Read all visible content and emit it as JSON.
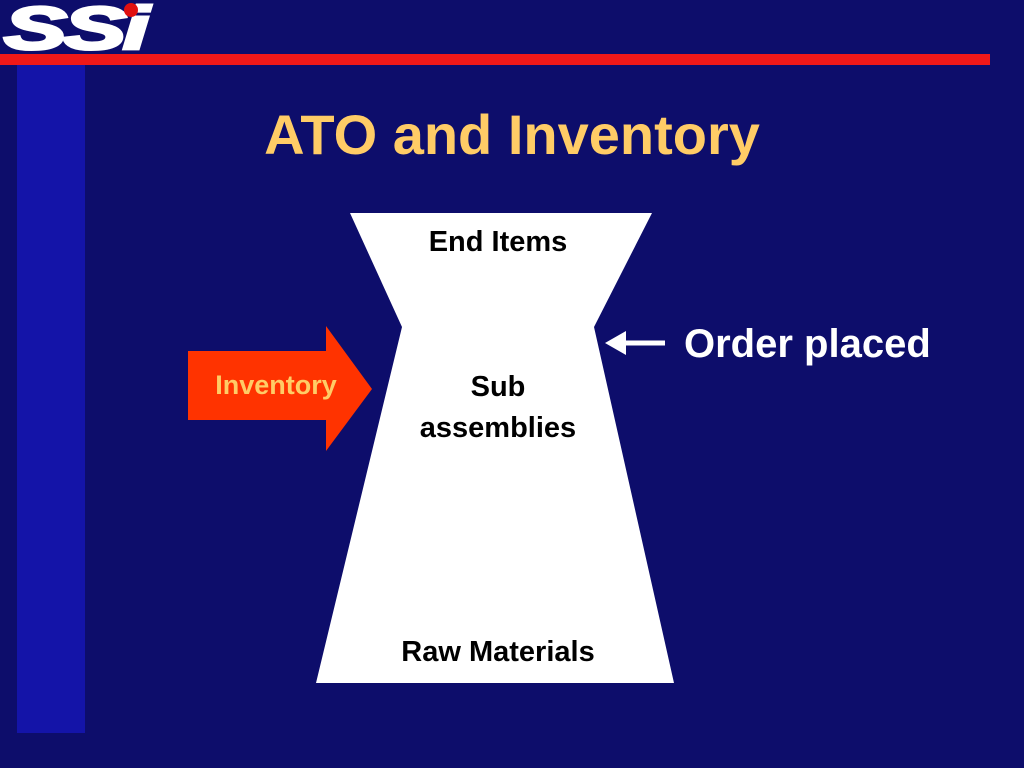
{
  "logo": {
    "text": "SSi",
    "colors": {
      "letters": "#ffffff",
      "dot": "#e01010"
    }
  },
  "title": "ATO and Inventory",
  "diagram": {
    "levels": {
      "top": "End Items",
      "middle_line1": "Sub",
      "middle_line2": "assemblies",
      "bottom": "Raw Materials"
    },
    "inventory_arrow": {
      "label": "Inventory"
    },
    "order_pointer": {
      "label": "Order placed"
    }
  },
  "colors": {
    "background": "#0d0d6b",
    "left_bar": "#1414a8",
    "rule": "#f01818",
    "title": "#ffcc66",
    "shape": "#ffffff",
    "inventory_arrow_fill": "#ff3300",
    "inventory_text": "#ffcc66",
    "order_text": "#ffffff"
  }
}
